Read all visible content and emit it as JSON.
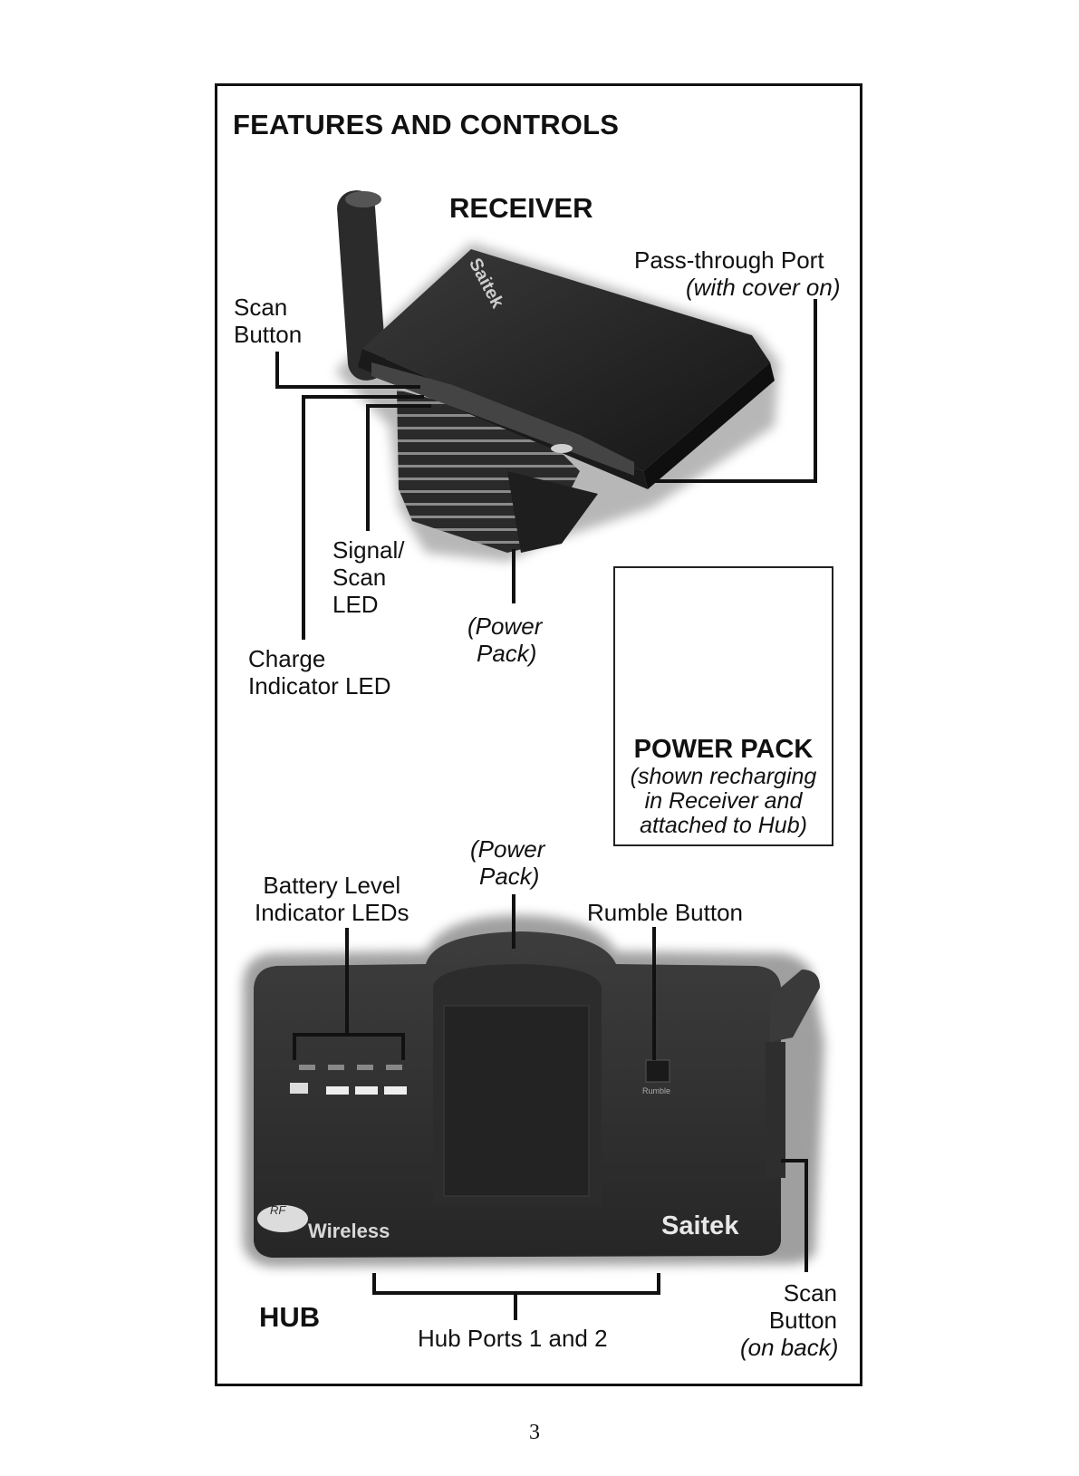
{
  "heading": "FEATURES AND CONTROLS",
  "receiver": {
    "title": "RECEIVER",
    "brand_text": "Saitek",
    "labels": {
      "scan_button": [
        "Scan",
        "Button"
      ],
      "pass_through": "Pass-through Port",
      "pass_through_note": "(with cover on)",
      "signal_led": [
        "Signal/",
        "Scan",
        "LED"
      ],
      "charge_led": [
        "Charge",
        "Indicator LED"
      ],
      "power_pack": [
        "(Power",
        "Pack)"
      ]
    }
  },
  "power_pack_box": {
    "title": "POWER PACK",
    "caption": [
      "(shown recharging",
      "in Receiver and",
      "attached to Hub)"
    ]
  },
  "hub": {
    "title": "HUB",
    "brand_text": "Saitek",
    "wireless_text": "Wireless",
    "rf_text": "RF",
    "rumble_text": "Rumble",
    "labels": {
      "battery_leds": [
        "Battery Level",
        "Indicator LEDs"
      ],
      "power_pack": [
        "(Power",
        "Pack)"
      ],
      "rumble_button": "Rumble Button",
      "hub_ports": "Hub Ports 1 and 2",
      "scan_button": [
        "Scan",
        "Button"
      ],
      "scan_button_note": "(on back)"
    }
  },
  "page_number": "3"
}
